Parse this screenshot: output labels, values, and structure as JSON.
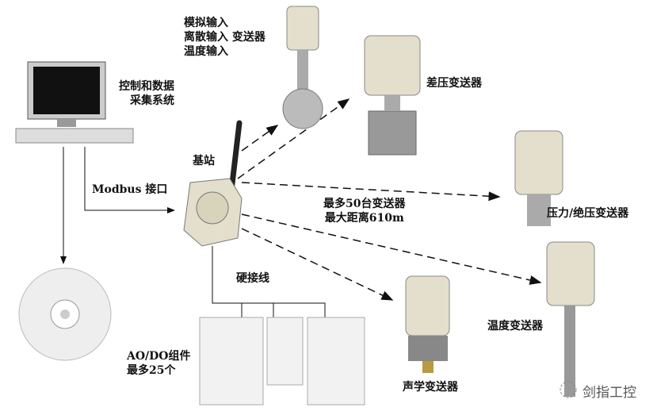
{
  "labels": {
    "analog_lines": [
      "模拟输入",
      "离散输入 变送器",
      "温度输入"
    ],
    "control_system": [
      "控制和数据",
      "采集系统"
    ],
    "dp_transmitter": "差压变送器",
    "base_station": "基站",
    "modbus": "Modbus  接口",
    "capacity": [
      "最多50台变送器",
      "最大距离610m"
    ],
    "pressure_transmitter": "压力/绝压变送器",
    "hardwire": "硬接线",
    "temperature_transmitter": "温度变送器",
    "aodo": [
      "AO/DO组件",
      "最多25个"
    ],
    "acoustic_transmitter": "声学变送器"
  },
  "watermark": "剑指工控",
  "colors": {
    "device": "#e3dfcc",
    "metal": "#9a9a9a",
    "line": "#111111"
  }
}
